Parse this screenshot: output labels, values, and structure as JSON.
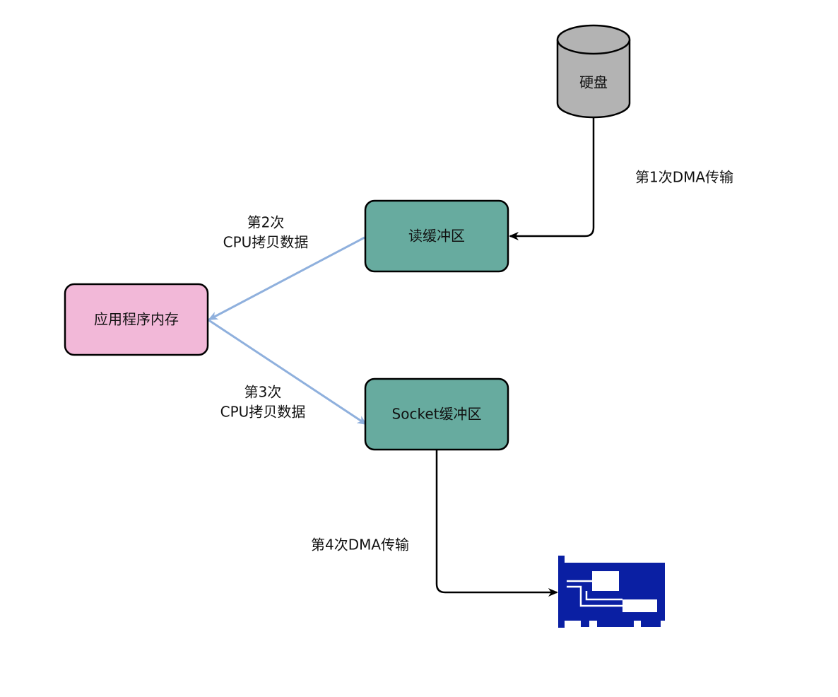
{
  "nodes": {
    "disk": {
      "label": "硬盘",
      "fill": "#b3b3b3"
    },
    "read_buffer": {
      "label": "读缓冲区",
      "fill": "#67ab9f"
    },
    "app_memory": {
      "label": "应用程序内存",
      "fill": "#f2b8d8"
    },
    "socket_buffer": {
      "label": "Socket缓冲区",
      "fill": "#67ab9f"
    },
    "nic": {
      "icon": "network-card-icon",
      "fill": "#0a1fa3"
    }
  },
  "edges": {
    "dma1": {
      "label": "第1次DMA传输",
      "color": "#000000"
    },
    "cpu2": {
      "line1": "第2次",
      "line2": "CPU拷贝数据",
      "color": "#8fb0dd"
    },
    "cpu3": {
      "line1": "第3次",
      "line2": "CPU拷贝数据",
      "color": "#8fb0dd"
    },
    "dma4": {
      "label": "第4次DMA传输",
      "color": "#000000"
    }
  }
}
